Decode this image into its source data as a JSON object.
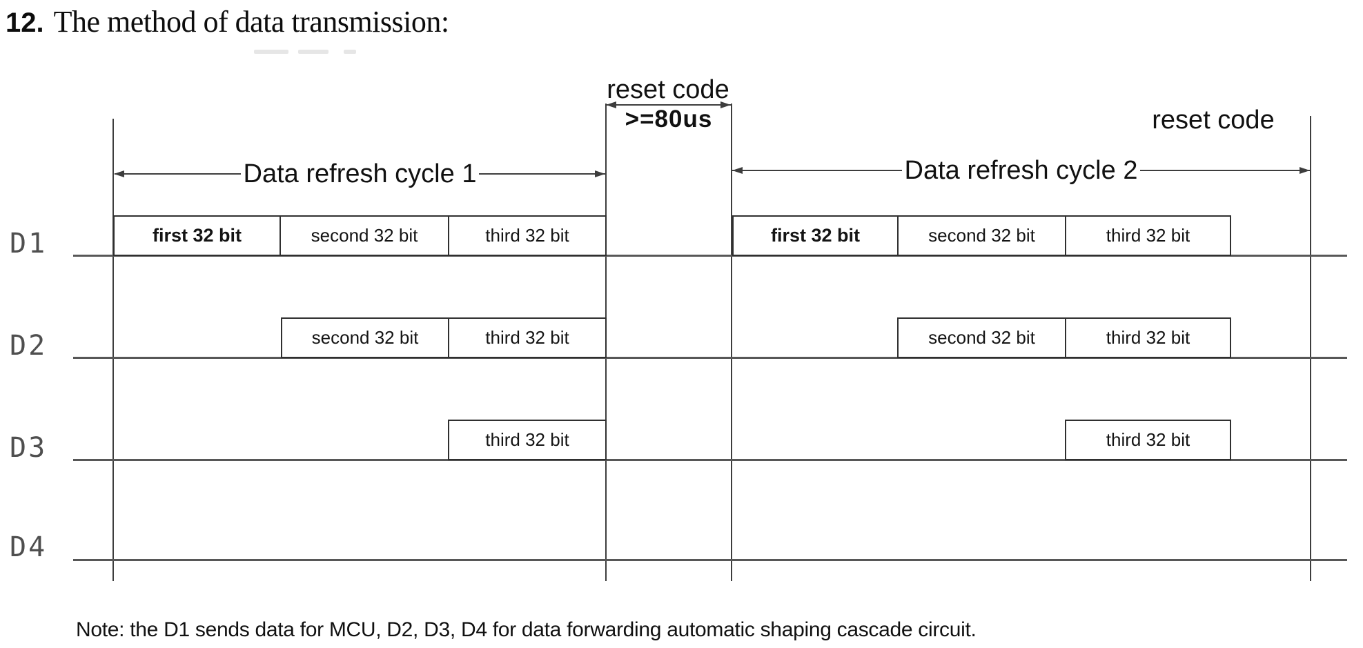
{
  "title": {
    "number": "12.",
    "text": "The method of data transmission:"
  },
  "diagram": {
    "center_reset": {
      "label": "reset code",
      "duration": ">=80us"
    },
    "right_reset_label": "reset code",
    "cycles": [
      {
        "label": "Data refresh cycle 1"
      },
      {
        "label": "Data refresh cycle 2"
      }
    ],
    "rows": [
      {
        "label": "D1",
        "cycle1": [
          "first 32 bit",
          "second 32 bit",
          "third 32 bit"
        ],
        "cycle2": [
          "first 32 bit",
          "second 32 bit",
          "third 32 bit"
        ]
      },
      {
        "label": "D2",
        "cycle1": [
          "second 32 bit",
          "third 32 bit"
        ],
        "cycle2": [
          "second 32 bit",
          "third 32 bit"
        ]
      },
      {
        "label": "D3",
        "cycle1": [
          "third 32 bit"
        ],
        "cycle2": [
          "third 32 bit"
        ]
      },
      {
        "label": "D4",
        "cycle1": [],
        "cycle2": []
      }
    ]
  },
  "note": "Note: the D1 sends data for MCU, D2, D3, D4 for data forwarding automatic shaping cascade circuit."
}
